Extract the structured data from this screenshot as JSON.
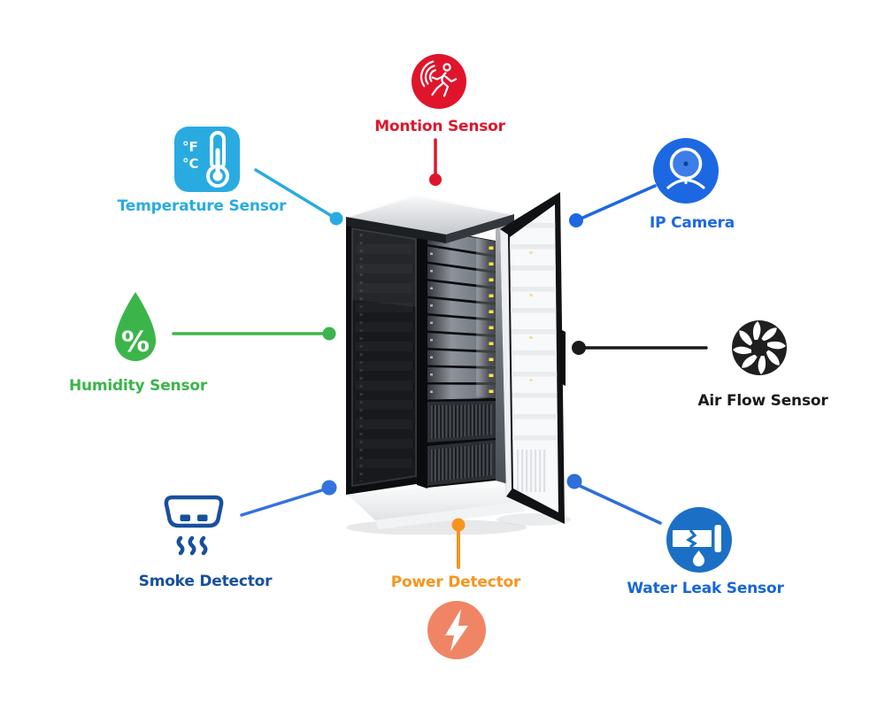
{
  "diagram": {
    "subject": "server-rack-monitoring-sensors",
    "background": "#ffffff"
  },
  "sensors": [
    {
      "id": "motion",
      "label": "Montion Sensor",
      "text_color": "#E0152B",
      "icon": "motion-sensor-icon",
      "icon_color": "#E0152B",
      "line_color": "#E0152B"
    },
    {
      "id": "temperature",
      "label": "Temperature Sensor",
      "text_color": "#29ABE2",
      "icon": "thermometer-icon",
      "icon_color": "#29ABE2",
      "line_color": "#29ABE2",
      "scale_labels": {
        "fahrenheit": "°F",
        "celsius": "°C"
      }
    },
    {
      "id": "ip_camera",
      "label": "IP Camera",
      "text_color": "#1C68E3",
      "icon": "webcam-icon",
      "icon_color": "#1C68E3",
      "line_color": "#1C68E3"
    },
    {
      "id": "humidity",
      "label": "Humidity Sensor",
      "text_color": "#3BB54A",
      "icon": "humidity-drop-icon",
      "icon_color": "#3BB54A",
      "line_color": "#3BB54A",
      "symbol": "%"
    },
    {
      "id": "air_flow",
      "label": "Air Flow Sensor",
      "text_color": "#1A1A1A",
      "icon": "fan-icon",
      "icon_color": "#1F1F1F",
      "line_color": "#1A1A1A"
    },
    {
      "id": "smoke",
      "label": "Smoke Detector",
      "text_color": "#17509F",
      "icon": "smoke-detector-icon",
      "icon_color": "#17509F",
      "line_color": "#3273DE"
    },
    {
      "id": "power",
      "label": "Power Detector",
      "text_color": "#F8941D",
      "icon": "lightning-icon",
      "icon_color": "#F08566",
      "line_color": "#F8941D"
    },
    {
      "id": "water_leak",
      "label": "Water Leak Sensor",
      "text_color": "#1766D8",
      "icon": "water-pipe-leak-icon",
      "icon_color": "#1B70C5",
      "line_color": "#2E6FD8"
    }
  ]
}
